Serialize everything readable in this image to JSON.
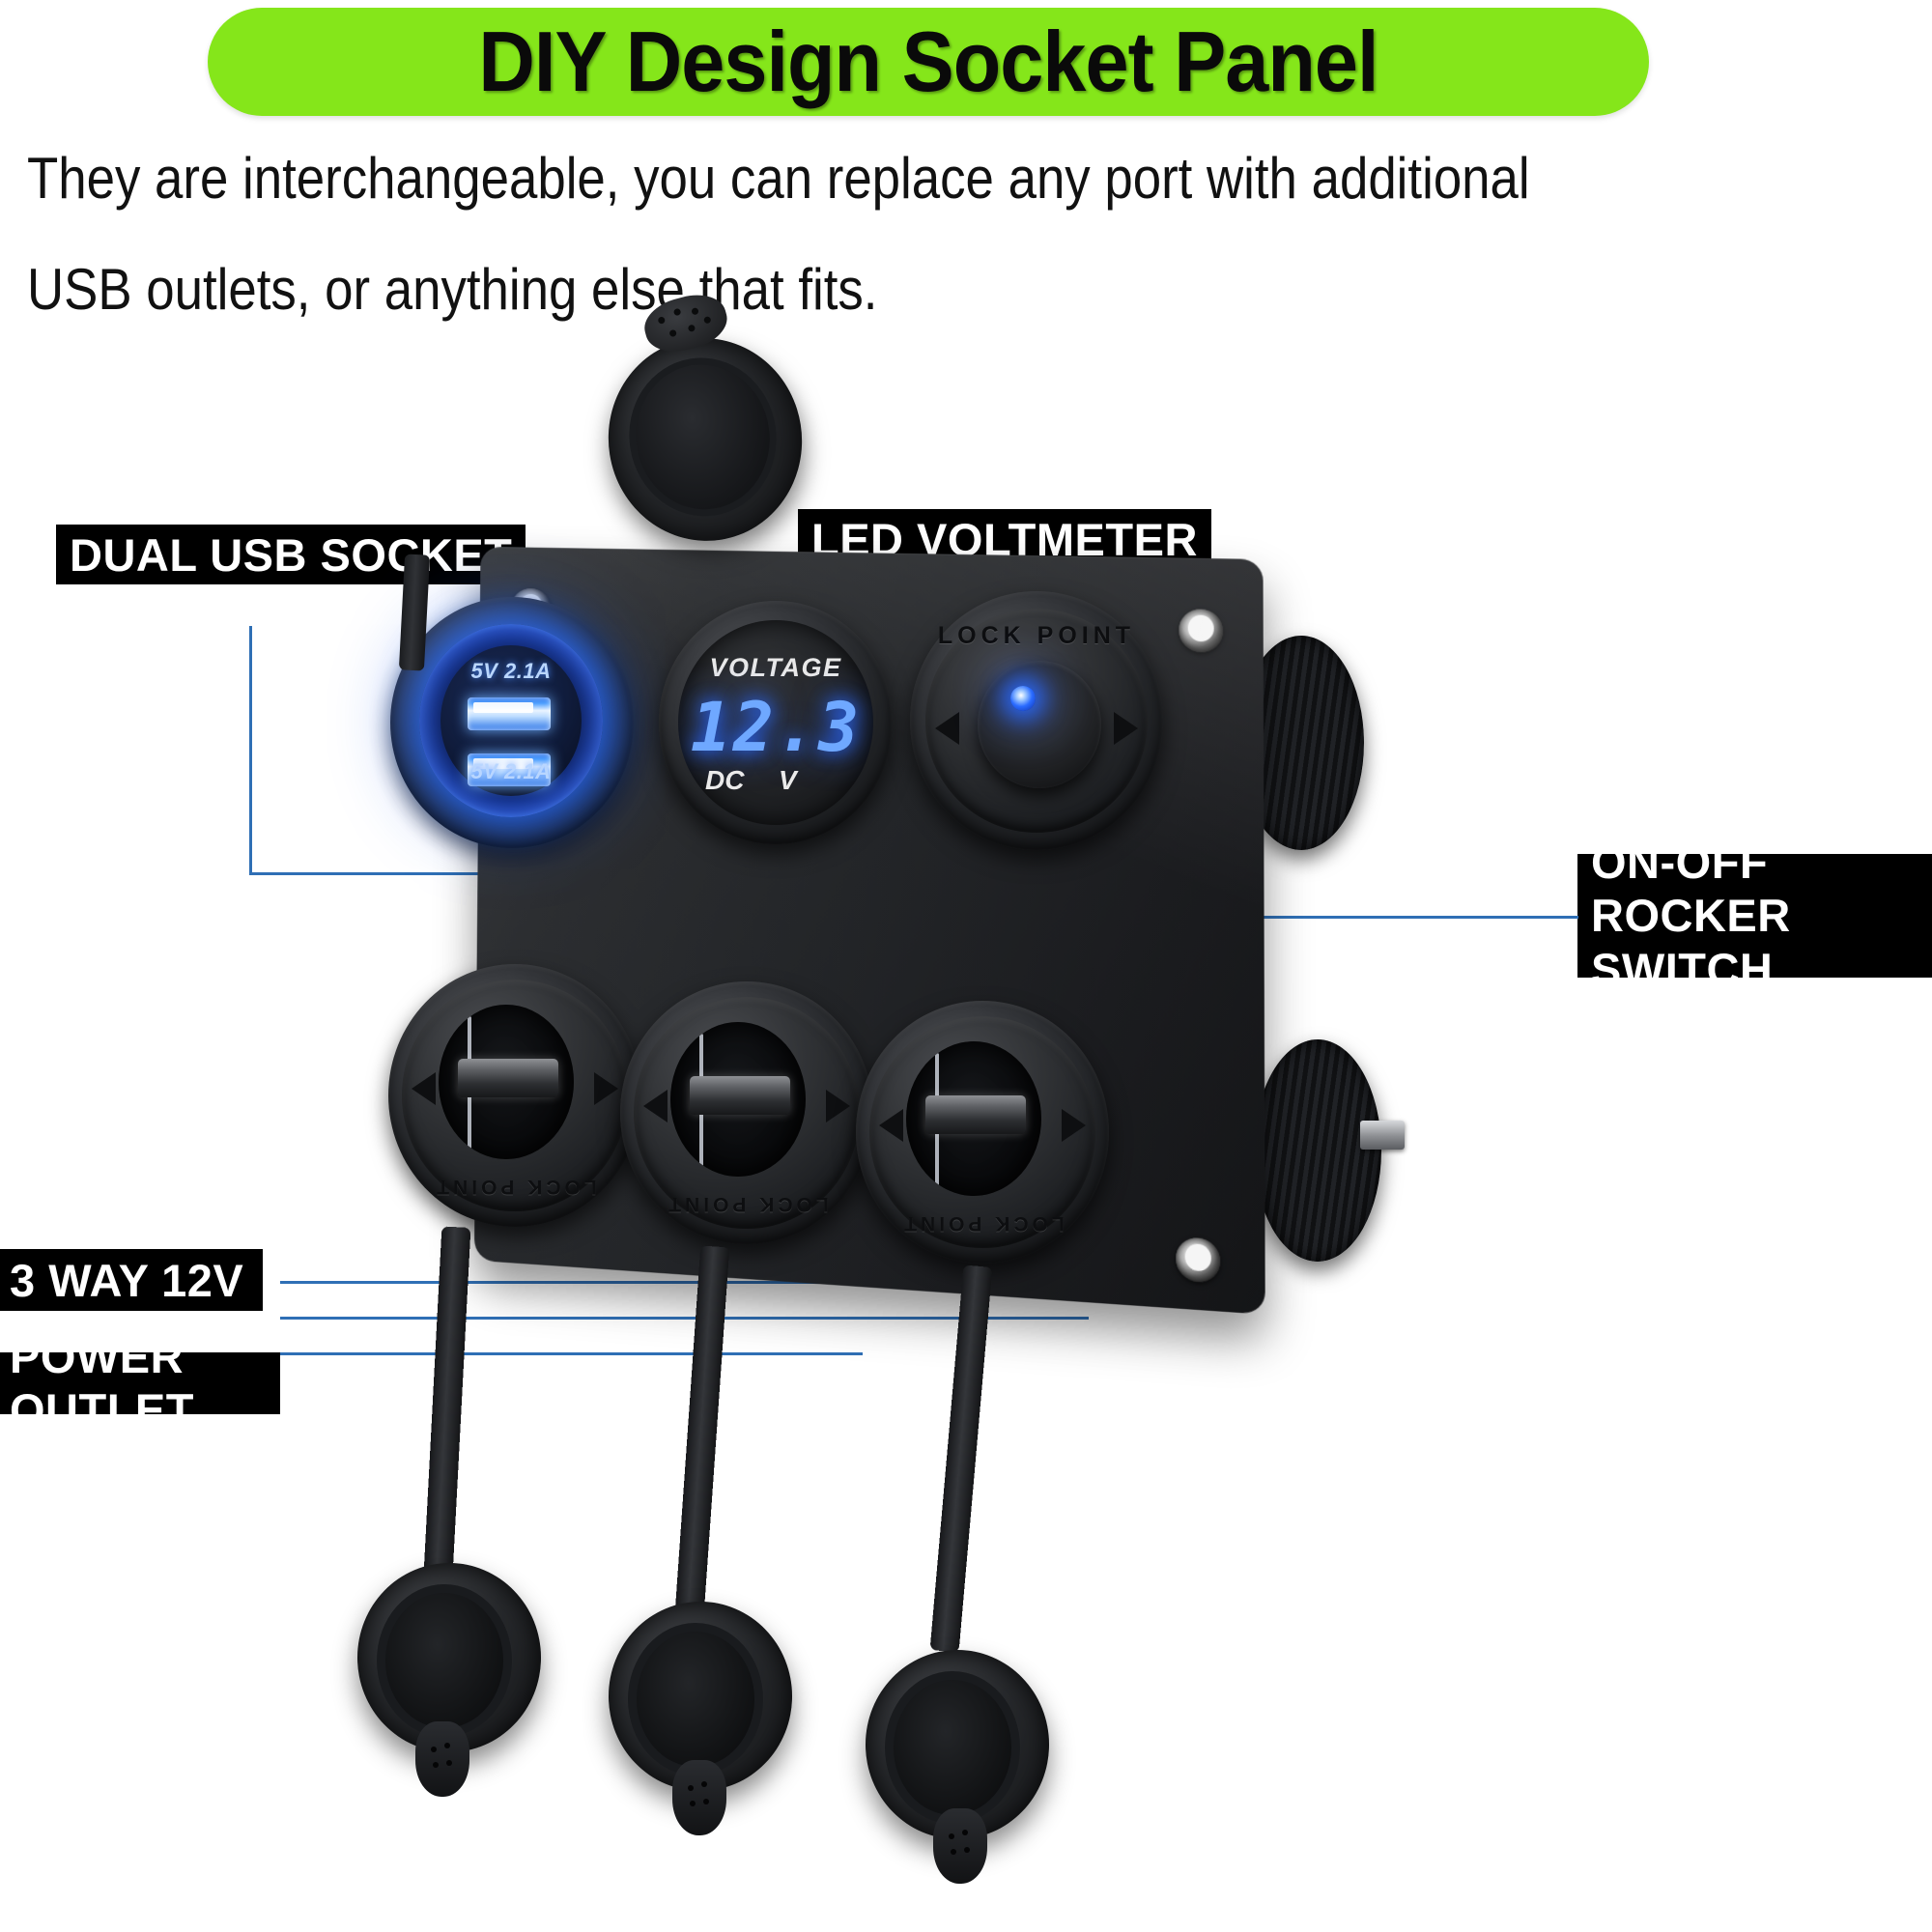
{
  "header": {
    "banner_title": "DIY Design Socket Panel",
    "banner_color": "#85e61a",
    "subtitle_line1": "They are interchangeable, you can replace any port with additional",
    "subtitle_line2": "USB outlets, or anything else that fits."
  },
  "callouts": {
    "dual_usb": "DUAL USB SOCKET",
    "led_voltmeter": "LED VOLTMETER",
    "rocker_line1": "ON-OFF ROCKER",
    "rocker_line2": "SWITCH",
    "power_outlet_line1": "3 WAY 12V",
    "power_outlet_line2": "POWER OUTLET",
    "leader_color": "#2f6fb5"
  },
  "product": {
    "usb_socket": {
      "rating_top": "5V 2.1A",
      "rating_bottom": "5V 2.1A",
      "led_color": "#2b6cf5"
    },
    "voltmeter": {
      "label": "VOLTAGE",
      "reading": "12.3",
      "current_type": "DC",
      "unit": "V",
      "digit_color": "#6fa8ff"
    },
    "rocker_switch": {
      "bezel_text": "LOCK POINT",
      "led_color": "#2a6bff"
    },
    "power_outlets": [
      {
        "bezel_text": "LOCK POINT"
      },
      {
        "bezel_text": "LOCK POINT"
      },
      {
        "bezel_text": "LOCK POINT"
      }
    ]
  }
}
